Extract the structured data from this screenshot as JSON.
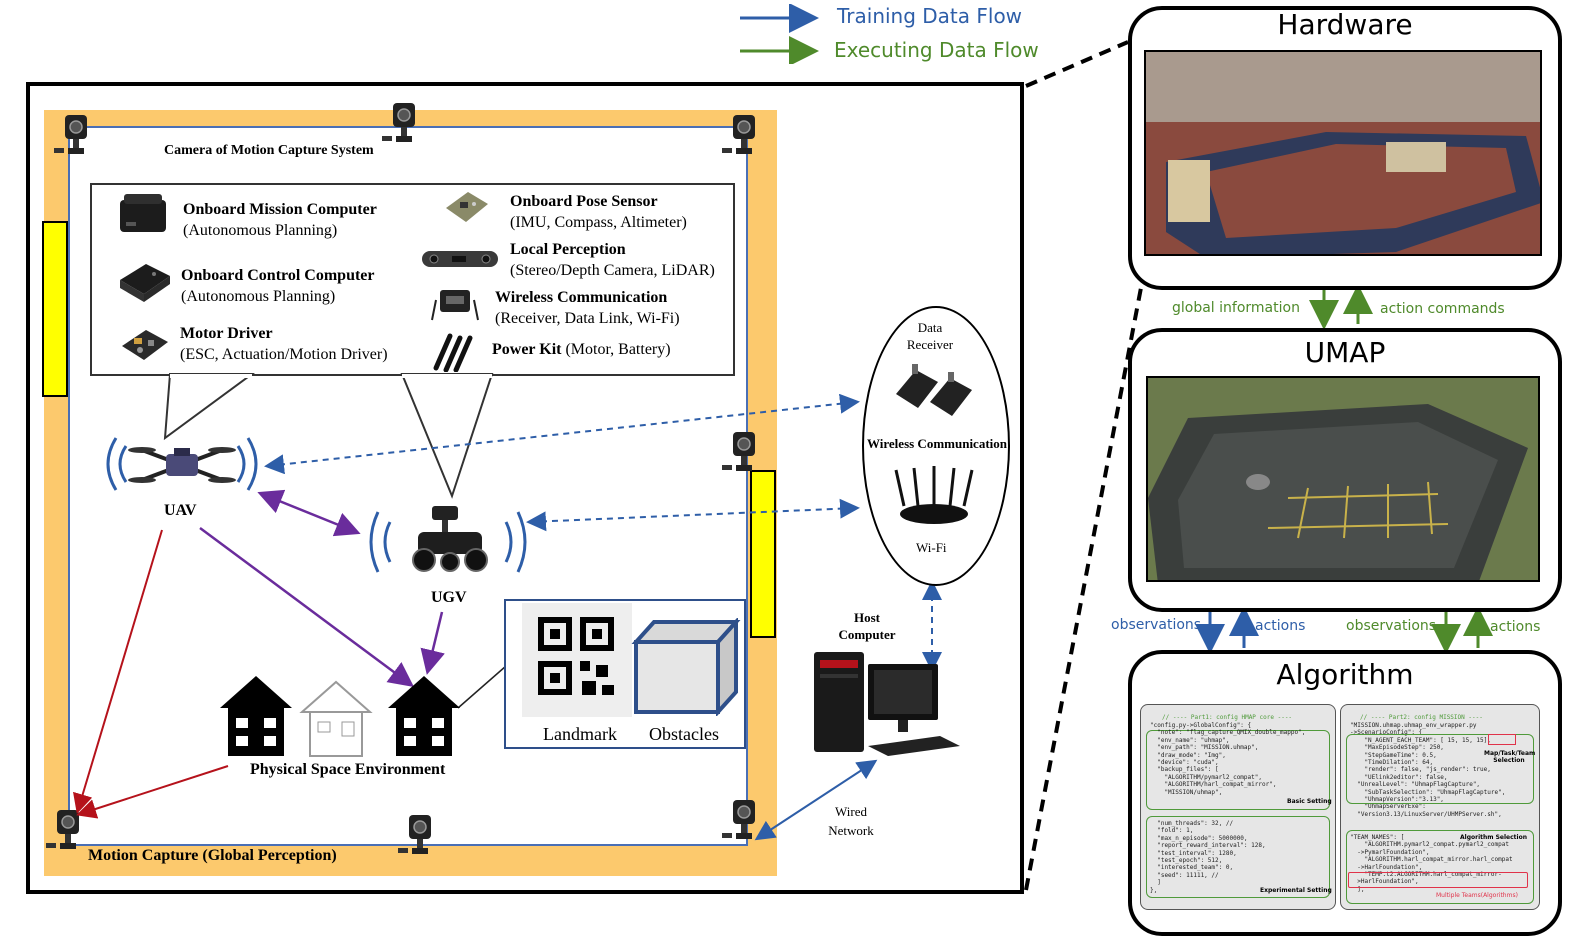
{
  "legend": {
    "training": "Training Data Flow",
    "executing": "Executing Data Flow"
  },
  "colors": {
    "training_flow": "#2e5ea8",
    "executing_flow": "#4f8a2b",
    "uav_links": "#6a2c9c",
    "mocap_links": "#b5121b",
    "arena": "#fcc96d"
  },
  "physical": {
    "camera_label": "Camera of Motion Capture System",
    "spec_items": [
      {
        "title": "Onboard Mission Computer",
        "detail": "(Autonomous Planning)"
      },
      {
        "title": "Onboard Control Computer",
        "detail": "(Autonomous Planning)"
      },
      {
        "title": "Motor Driver",
        "detail": "(ESC, Actuation/Motion Driver)"
      },
      {
        "title": "Onboard Pose Sensor",
        "detail": "(IMU, Compass, Altimeter)"
      },
      {
        "title": "Local Perception",
        "detail": "(Stereo/Depth Camera, LiDAR)"
      },
      {
        "title": "Wireless Communication",
        "detail": "(Receiver, Data Link, Wi-Fi)"
      },
      {
        "title": "Power Kit",
        "detail": " (Motor, Battery)"
      }
    ],
    "uav": "UAV",
    "ugv": "UGV",
    "landmark": "Landmark",
    "obstacles": "Obstacles",
    "environment": "Physical Space Environment",
    "mocap": "Motion Capture (Global Perception)"
  },
  "comm": {
    "data_receiver": "Data Receiver",
    "wireless": "Wireless Communication",
    "wifi": "Wi-Fi",
    "host": "Host Computer",
    "wired": "Wired Network"
  },
  "panels": {
    "hardware": "Hardware",
    "umap": "UMAP",
    "algorithm": "Algorithm"
  },
  "flows": {
    "global_information": "global information",
    "action_commands": "action commands",
    "observations_left": "observations",
    "actions_left": "actions",
    "observations_right": "observations",
    "actions_right": "actions"
  },
  "code": {
    "part1_header": "// ---- Part1: config HMAP core ----",
    "part1_lines": [
      "\"config.py->GlobalConfig\": {",
      "  \"note\": \"flag_capture_QMIX_double_mappo\",",
      "  \"env_name\": \"uhmap\",",
      "  \"env_path\": \"MISSION.uhmap\",",
      "  \"draw_mode\": \"Img\",",
      "  \"device\": \"cuda\",",
      "  \"backup_files\": [",
      "    \"ALGORITHM/pymarl2_compat\",",
      "    \"ALGORITHM/harl_compat_mirror\",",
      "    \"MISSION/uhmap\","
    ],
    "basic_setting": "Basic Setting",
    "part1_lines_b": [
      "  \"num_threads\": 32, //",
      "  \"fold\": 1,",
      "  \"max_n_episode\": 5000000,",
      "  \"report_reward_interval\": 128,",
      "  \"test_interval\": 1280,",
      "  \"test_epoch\": 512,",
      "  \"interested_team\": 0,",
      "  \"seed\": 11111, //",
      "  ]",
      "},"
    ],
    "experimental_setting": "Experimental Setting",
    "part2_header": "// ---- Part2: config MISSION ----",
    "part2_lines": [
      "\"MISSION.uhmap.uhmap_env_wrapper.py",
      "->ScenarioConfig\": {",
      "    \"N_AGENT_EACH_TEAM\": [ 15, 15, 15],",
      "    \"MaxEpisodeStep\": 250,",
      "    \"StepGameTime\": 0.5,",
      "    \"TimeDilation\": 64,",
      "",
      "    \"render\": false, \"js_render\": true,",
      "    \"UElink2editor\": false,",
      "  \"UnrealLevel\": \"UhmapFlagCapture\",",
      "    \"SubTaskSelection\": \"UhmapFlagCapture\",",
      "    \"UhmapVersion\":\"3.13\",",
      "    \"UhmapServerExe\":",
      "  \"Version3.13/LinuxServer/UHMPServer.sh\","
    ],
    "map_task_team": "Map/Task/Team Selection",
    "part2_lines_b": [
      "\"TEAM_NAMES\": [",
      "    \"ALGORITHM.pymarl2_compat.pymarl2_compat",
      "  ->PymarlFoundation\",",
      "    \"ALGORITHM.harl_compat_mirror.harl_compat",
      "  ->HarlFoundation\",",
      "    \"TEMP.t2.ALGORITHM.harl_compat_mirror-",
      "  >HarlFoundation\",",
      "  ],"
    ],
    "algorithm_selection": "Algorithm Selection",
    "multiple_teams": "Multiple Teams(Algorithms)"
  }
}
